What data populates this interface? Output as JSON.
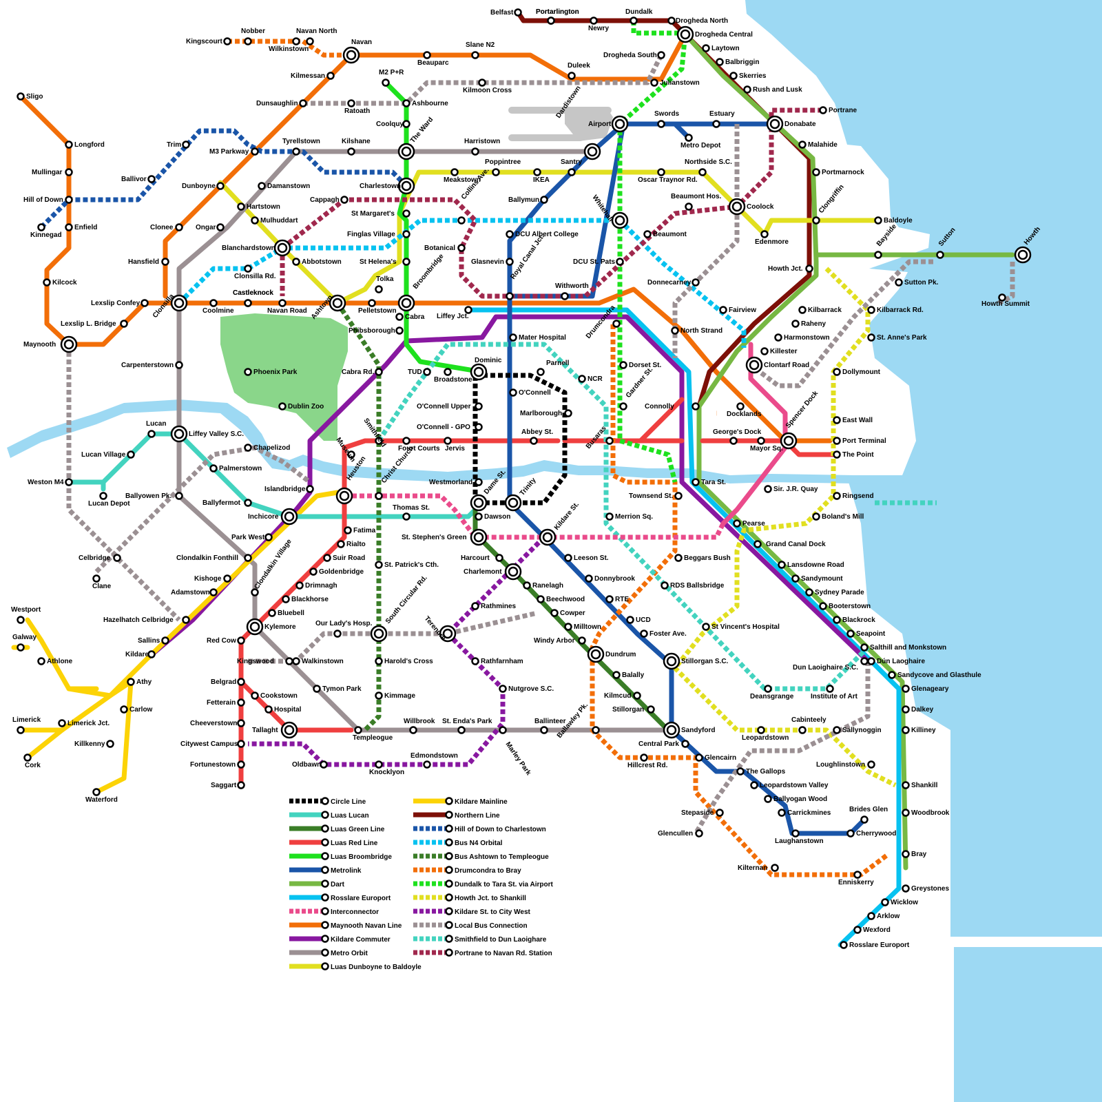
{
  "colors": {
    "sea": "#9dd9f3",
    "park": "#8ad68a",
    "road": "#c6c6c6",
    "circle": "#000000",
    "luas_lucan": "#43d3bf",
    "luas_green": "#3a7d27",
    "luas_red": "#ef3f3f",
    "luas_broombridge": "#1ee11e",
    "metrolink": "#1a55a8",
    "dart": "#77b843",
    "rosslare": "#07c2f0",
    "interconnector": "#ea4b8b",
    "maynooth": "#f26e08",
    "kildare_commuter": "#8818a0",
    "metro_orbit": "#9b9093",
    "luas_dunboyne": "#e1df20",
    "kildare_mainline": "#fcd306",
    "northern": "#7d1008",
    "bus_hod": "#1a55a8",
    "bus_n4": "#07c2f0",
    "bus_ashtown": "#3a7d27",
    "bus_drumcondra": "#f26e08",
    "bus_dundalk": "#1ee11e",
    "bus_howth": "#e1df20",
    "bus_kildare_st": "#8818a0",
    "bus_local": "#9b9093",
    "bus_smithfield": "#43d3bf",
    "bus_portrane": "#a0284d"
  },
  "legend": {
    "left": [
      {
        "label": "Circle Line",
        "color": "circle",
        "dashed": true
      },
      {
        "label": "Luas Lucan",
        "color": "luas_lucan",
        "dashed": false
      },
      {
        "label": "Luas Green Line",
        "color": "luas_green",
        "dashed": false
      },
      {
        "label": "Luas Red Line",
        "color": "luas_red",
        "dashed": false
      },
      {
        "label": "Luas Broombridge",
        "color": "luas_broombridge",
        "dashed": false
      },
      {
        "label": "Metrolink",
        "color": "metrolink",
        "dashed": false
      },
      {
        "label": "Dart",
        "color": "dart",
        "dashed": false
      },
      {
        "label": "Rosslare Europort",
        "color": "rosslare",
        "dashed": false
      },
      {
        "label": "Interconnector",
        "color": "interconnector",
        "dashed": true
      },
      {
        "label": "Maynooth Navan Line",
        "color": "maynooth",
        "dashed": false
      },
      {
        "label": "Kildare Commuter",
        "color": "kildare_commuter",
        "dashed": false
      },
      {
        "label": "Metro Orbit",
        "color": "metro_orbit",
        "dashed": false
      },
      {
        "label": "Luas Dunboyne to Baldoyle",
        "color": "luas_dunboyne",
        "dashed": false
      }
    ],
    "right": [
      {
        "label": "Kildare Mainline",
        "color": "kildare_mainline",
        "dashed": false
      },
      {
        "label": "Northern Line",
        "color": "northern",
        "dashed": false
      },
      {
        "label": "Hill of Down to Charlestown",
        "color": "bus_hod",
        "dashed": true
      },
      {
        "label": "Bus N4 Orbital",
        "color": "bus_n4",
        "dashed": true
      },
      {
        "label": "Bus Ashtown to Templeogue",
        "color": "bus_ashtown",
        "dashed": true
      },
      {
        "label": "Drumcondra to Bray",
        "color": "bus_drumcondra",
        "dashed": true
      },
      {
        "label": "Dundalk to Tara St. via Airport",
        "color": "bus_dundalk",
        "dashed": true
      },
      {
        "label": "Howth Jct. to Shankill",
        "color": "bus_howth",
        "dashed": true
      },
      {
        "label": "Kildare St. to City West",
        "color": "bus_kildare_st",
        "dashed": true
      },
      {
        "label": "Local Bus Connection",
        "color": "bus_local",
        "dashed": true
      },
      {
        "label": "Smithfield to Dun Laoighare",
        "color": "bus_smithfield",
        "dashed": true
      },
      {
        "label": "Portrane to Navan Rd. Station",
        "color": "bus_portrane",
        "dashed": true
      }
    ]
  },
  "stations": [
    "Belfast",
    "Portarlington",
    "Newry",
    "Dundalk",
    "Drogheda North",
    "Drogheda Central",
    "Laytown",
    "Balbriggin",
    "Skerries",
    "Rush and Lusk",
    "Portrane",
    "Donabate",
    "Malahide",
    "Portmarnock",
    "Clongriffin",
    "Baldoyle",
    "Bayside",
    "Sutton",
    "Howth",
    "Howth Jct.",
    "Sutton Pk.",
    "Howth Summit",
    "Kilbarrack",
    "Kilbarrack Rd.",
    "Raheny",
    "Harmonstown",
    "Killester",
    "St. Anne's Park",
    "Clontarf Road",
    "Dollymount",
    "Docklands",
    "Spencer Dock",
    "East Wall",
    "Port Terminal",
    "The Point",
    "George's Dock",
    "Mayor Sq.",
    "Ringsend",
    "Sir. J.R. Quay",
    "Boland's Mill",
    "Pearse",
    "Grand Canal Dock",
    "Lansdowne Road",
    "Sandymount",
    "Sydney Parade",
    "Booterstown",
    "Blackrock",
    "Seapoint",
    "Salthill and Monkstown",
    "Dun Laoighaire S.C.",
    "Dún Laoghaire",
    "Sandycove and Glasthule",
    "Glenageary",
    "Dalkey",
    "Killiney",
    "Shankill",
    "Woodbrook",
    "Bray",
    "Greystones",
    "Wicklow",
    "Arklow",
    "Wexford",
    "Rosslare Europort",
    "Brides Glen",
    "Cherrywood",
    "Laughanstown",
    "Enniskerry",
    "Kilternan",
    "Carrickmines",
    "Ballyogan Wood",
    "Leopardstown Valley",
    "The Gallops",
    "Glencairn",
    "Stepaside",
    "Glencullen",
    "Loughlinstown",
    "Sallynoggin",
    "Cabinteely",
    "Leopardstown",
    "Deansgrange",
    "Institute of Art",
    "Central Park",
    "Sandyford",
    "Stillorgan",
    "Stillorgan S.C.",
    "Kilmcud",
    "Balally",
    "Dundrum",
    "Ballawley Pk.",
    "Hillcrest Rd.",
    "Windy Arbor",
    "Milltown",
    "Cowper",
    "Beechwood",
    "Ranelagh",
    "Charlemont",
    "Harcourt",
    "St. Stephen's Green",
    "Dawson",
    "Trinity",
    "Kildare St.",
    "Leeson St.",
    "Donnybrook",
    "RTE",
    "UCD",
    "Foster Ave.",
    "St Vincent's Hospital",
    "Merrion Sq.",
    "Beggars Bush",
    "RDS Ballsbridge",
    "Townsend St.",
    "Tara St.",
    "Connolly",
    "Busaras",
    "Abbey St.",
    "Marlborough",
    "O'Connell",
    "Parnell",
    "NCR",
    "Dorset St.",
    "Gardner St.",
    "Drumcondra",
    "Mater Hospital",
    "Dominic",
    "TUD",
    "Broadstone",
    "O'Connell Upper",
    "O'Connell - GPO",
    "Jervis",
    "Fourt Courts",
    "Smithfield",
    "Museum",
    "Heuston",
    "Christ Church",
    "Westmorland",
    "Dame St.",
    "Thomas St.",
    "Fatima",
    "Rialto",
    "Suir Road",
    "Goldenbridge",
    "Drimnagh",
    "Blackhorse",
    "Bluebell",
    "Kylemore",
    "St. Patrick's Cth.",
    "South Circular Rd.",
    "Our Lady's Hosp.",
    "Terenure",
    "Rathmines",
    "Rathfarnham",
    "Nutgrove S.C.",
    "Marley Park",
    "Ballinteer",
    "St. Enda's Park",
    "Willbrook",
    "Templeogue",
    "Edmondstown",
    "Knocklyon",
    "Oldbawn",
    "Tallaght",
    "Hospital",
    "Cookstown",
    "Belgrad",
    "Fetterain",
    "Cheeverstown",
    "Citywest Campus",
    "Fortunestown",
    "Saggart",
    "Red Cow",
    "Kingswood",
    "Walkinstown",
    "Tymon Park",
    "Harold's Cross",
    "Kimmage",
    "Clondalkin Village",
    "Clondalkin Fonthill",
    "Park West",
    "Kishoge",
    "Adamstown",
    "Hazelhatch Celbridge",
    "Sallins",
    "Kildare",
    "Athy",
    "Carlow",
    "Inchicore",
    "Ballyfermot",
    "Islandbridge",
    "Palmerstown",
    "Chapelizod",
    "Ballyowen Pk.",
    "Liffey Valley S.C.",
    "Lucan",
    "Lucan Village",
    "Lucan Depot",
    "Weston M4",
    "Celbridge",
    "Clane",
    "Carpenterstown",
    "Clonsilla",
    "Coolmine",
    "Castleknock",
    "Navan Road",
    "Ashtown",
    "Pelletstown",
    "Broombridge",
    "Cabra",
    "Phibsborough",
    "Cabra Rd.",
    "Liffey Jct.",
    "Royal Canal Jct.",
    "Withworth",
    "Glasnevin",
    "DCU Albert College",
    "Ballymun",
    "Whitehall",
    "DCU St. Pats",
    "Beaumont",
    "Beaumont Hos.",
    "Coolock",
    "Edenmore",
    "Donnecarney",
    "Fairview",
    "North Strand",
    "Oscar Traynor Rd.",
    "Northside S.C.",
    "Santry",
    "IKEA",
    "Poppintree",
    "Meakstown",
    "Harristown",
    "Dardistown",
    "Airport",
    "Swords",
    "Metro Depot",
    "Estuary",
    "The Ward",
    "Ashbourne",
    "M2 P+R",
    "Coolquy",
    "Charlestown",
    "St Margaret's",
    "Finglas Village",
    "St Helena's",
    "Tolka",
    "Collins Ave.",
    "Botanical",
    "Cappagh",
    "Mulhuddart",
    "Blanchardstown",
    "Abbotstown",
    "Castleknock",
    "Clonsilla Rd.",
    "Hartstown",
    "Damanstown",
    "Ongar",
    "Dunboyne",
    "Tyrellstown",
    "Kilshane",
    "M3 Parkway",
    "Trim",
    "Ballivor",
    "Hill of Down",
    "Kinnegad",
    "Enfield",
    "Kilcock",
    "Maynooth",
    "Lexslip Confey",
    "Lexslip L. Bridge",
    "Hansfield",
    "Clonee",
    "Longford",
    "Mullingar",
    "Sligo",
    "Dunsaughlin",
    "Ratoath",
    "Kilmessan",
    "Navan",
    "Navan North",
    "Nobber",
    "Kingscourt",
    "Wilkinstown",
    "Beauparc",
    "Slane N2",
    "Duleek",
    "Drogheda South",
    "Julianstown",
    "Kilmoon Cross",
    "Phoenix Park",
    "Dublin Zoo",
    "Westport",
    "Galway",
    "Athlone",
    "Portarlington",
    "Limerick",
    "Limerick Jct.",
    "Cork",
    "Killkenny",
    "Waterford"
  ]
}
